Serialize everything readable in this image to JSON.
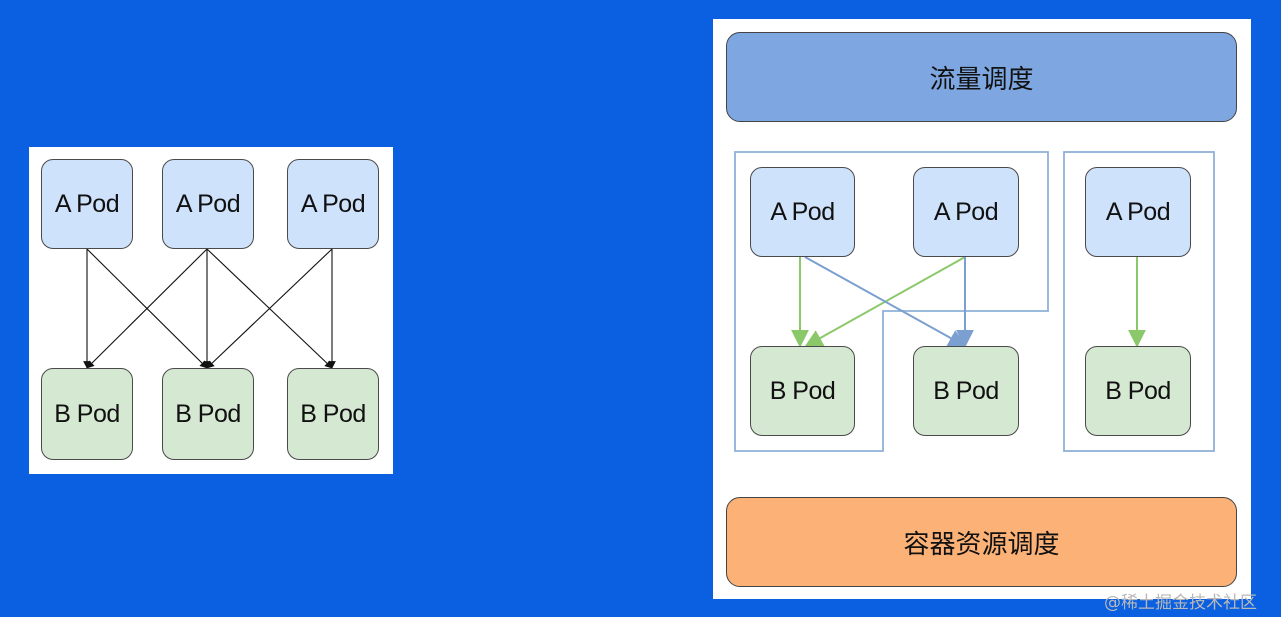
{
  "left_diagram": {
    "top_pods": [
      "A Pod",
      "A Pod",
      "A Pod"
    ],
    "bottom_pods": [
      "B Pod",
      "B Pod",
      "B Pod"
    ]
  },
  "right_diagram": {
    "top_bar_label": "流量调度",
    "bottom_bar_label": "容器资源调度",
    "group1": {
      "top_pods": [
        "A Pod",
        "A Pod"
      ],
      "bottom_pods": [
        "B Pod",
        "B Pod"
      ]
    },
    "group2": {
      "top_pods": [
        "A Pod"
      ],
      "bottom_pods": [
        "B Pod"
      ]
    }
  },
  "colors": {
    "background": "#0a60e0",
    "pod_a_fill": "#cfe2fb",
    "pod_b_fill": "#d5e8d2",
    "traffic_bar_fill": "#7ea6e0",
    "resource_bar_fill": "#fcb277",
    "green_arrow": "#8bc86a",
    "blue_arrow": "#7a9fd0",
    "group_outline": "#8fb0d8"
  },
  "watermark": "@稀土掘金技术社区"
}
